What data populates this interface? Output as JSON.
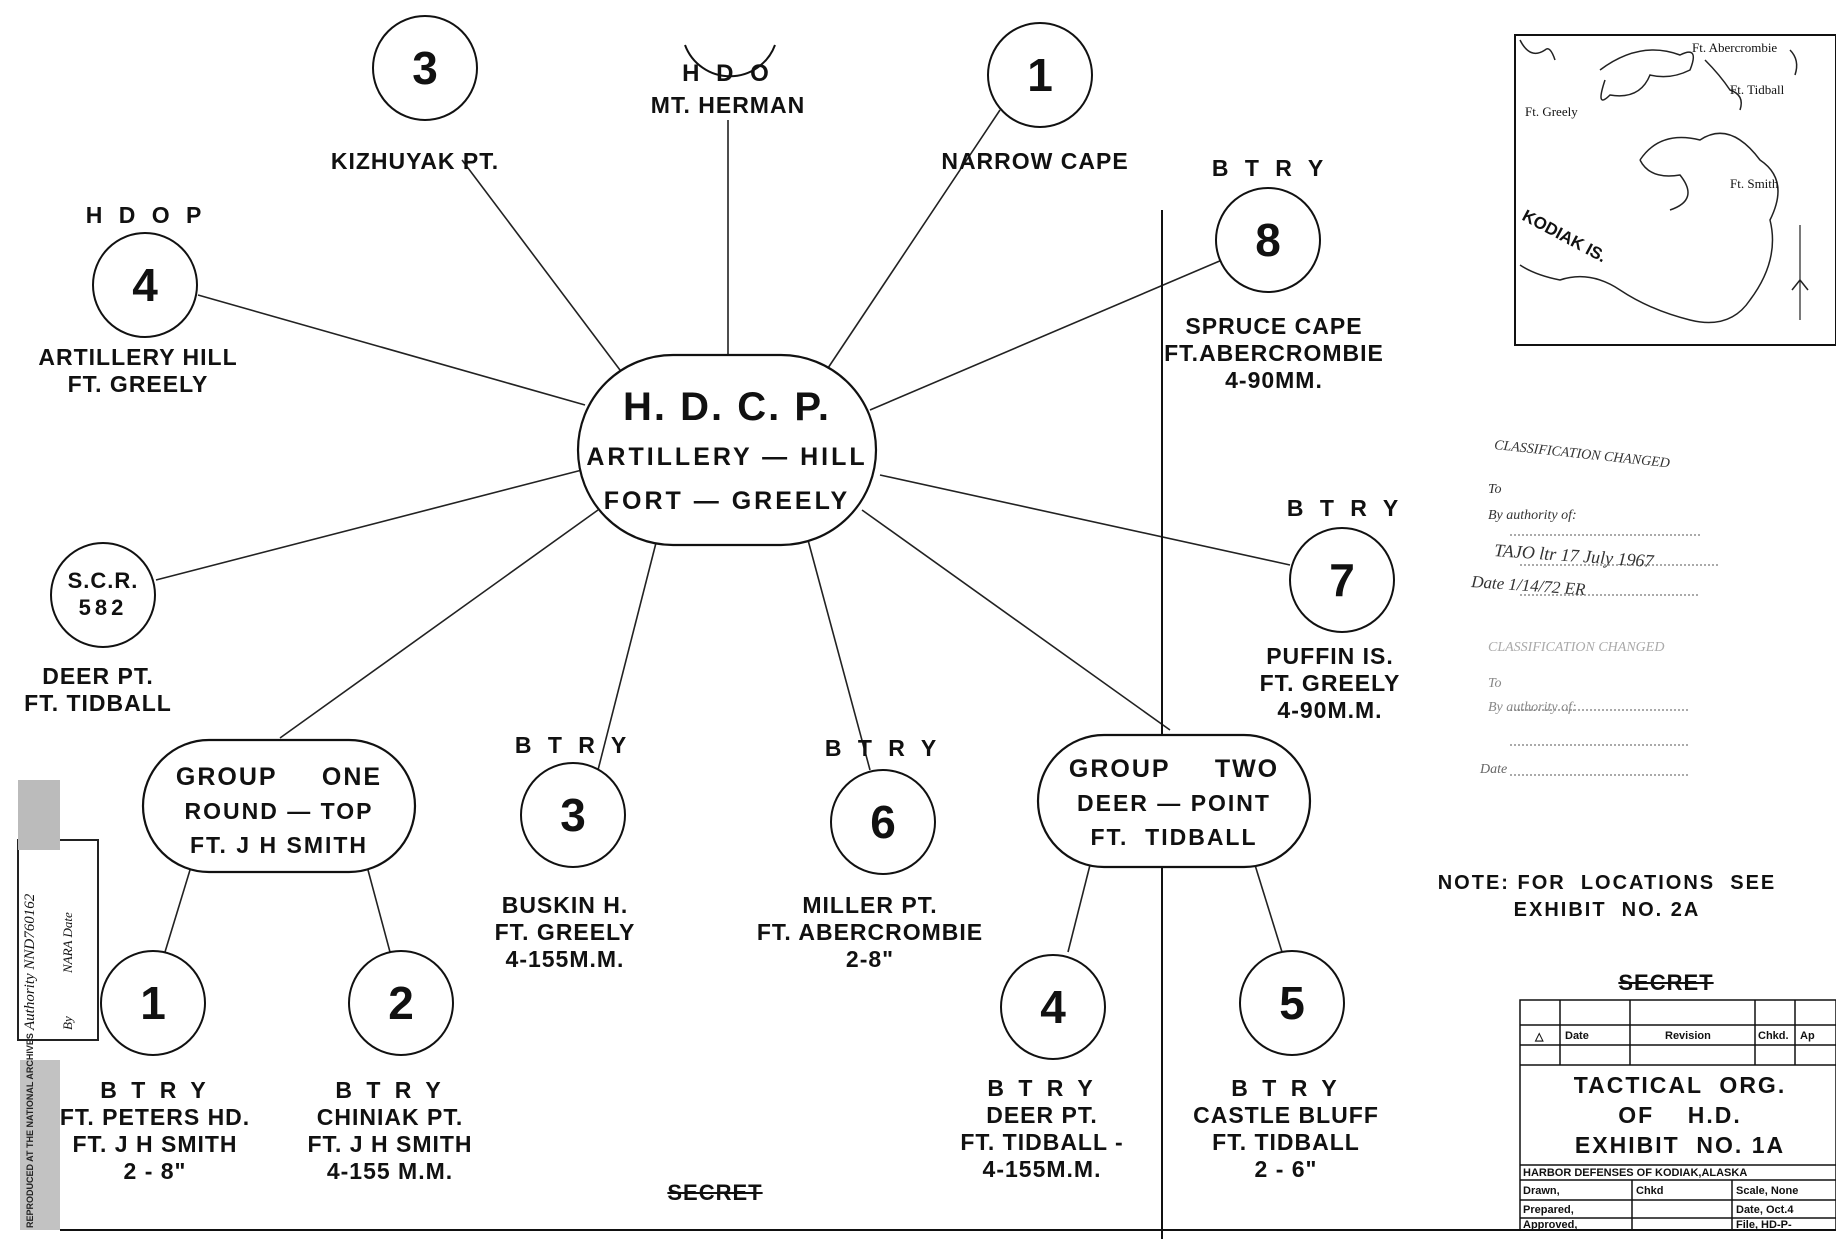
{
  "hub": {
    "title": "H. D. C. P.",
    "line1": "ARTILLERY — HILL",
    "line2": "FORT — GREELY"
  },
  "nodes": {
    "hdop_mt_herman": {
      "num": "",
      "top": "H D O",
      "lines": [
        "MT. HERMAN"
      ]
    },
    "kizhuyak": {
      "num": "3",
      "lines": [
        "KIZHUYAK PT."
      ]
    },
    "narrow_cape": {
      "num": "1",
      "lines": [
        "NARROW CAPE"
      ]
    },
    "hdop4": {
      "num": "4",
      "top": "H D O P",
      "lines": [
        "ARTILLERY HILL",
        "FT. GREELY"
      ]
    },
    "btry8": {
      "num": "8",
      "top": "B T R Y",
      "lines": [
        "SPRUCE CAPE",
        "FT.ABERCROMBIE",
        "4-90MM."
      ]
    },
    "scr582": {
      "num1": "S.C.R.",
      "num2": "582",
      "lines": [
        "DEER PT.",
        "FT. TIDBALL"
      ]
    },
    "btry7": {
      "num": "7",
      "top": "B T R Y",
      "lines": [
        "PUFFIN IS.",
        "FT. GREELY",
        "4-90M.M."
      ]
    },
    "btry3": {
      "num": "3",
      "top": "B T R Y",
      "lines": [
        "BUSKIN H.",
        "FT. GREELY",
        "4-155M.M."
      ]
    },
    "btry6": {
      "num": "6",
      "top": "B T R Y",
      "lines": [
        "MILLER PT.",
        "FT. ABERCROMBIE",
        "2-8\""
      ]
    },
    "btry1": {
      "num": "1",
      "lines": [
        "B T R Y",
        "FT. PETERS HD.",
        "FT. J H SMITH",
        "2 - 8\""
      ]
    },
    "btry2": {
      "num": "2",
      "lines": [
        "B T R Y",
        "CHINIAK PT.",
        "FT. J H SMITH",
        "4-155 M.M."
      ]
    },
    "btry4": {
      "num": "4",
      "lines": [
        "B T R Y",
        "DEER PT.",
        "FT. TIDBALL -",
        "4-155M.M."
      ]
    },
    "btry5": {
      "num": "5",
      "lines": [
        "B T R Y",
        "CASTLE BLUFF",
        "FT. TIDBALL",
        "2 - 6\""
      ]
    }
  },
  "groups": {
    "one": {
      "line1": "GROUP     ONE",
      "line2": "ROUND — TOP",
      "line3": "FT. J H SMITH"
    },
    "two": {
      "line1": "GROUP     TWO",
      "line2": "DEER — POINT",
      "line3": "FT.  TIDBALL"
    }
  },
  "inset_map": {
    "labels": [
      "Ft. Abercrombie",
      "Ft. Tidball",
      "Ft. Greely",
      "Ft. Smith",
      "KODIAK  IS."
    ]
  },
  "stamp": {
    "line1": "CLASSIFICATION CHANGED",
    "line2": "To",
    "line3": "By authority of:",
    "line4": "TAJO ltr 17 July 1967",
    "line5": "Date  1/14/72  ER",
    "line6": "CLASSIFICATION CHANGED",
    "line7": "To",
    "line8": "By authority of:",
    "line9": "Date"
  },
  "note": {
    "line1": "NOTE: FOR  LOCATIONS  SEE",
    "line2": "EXHIBIT  NO. 2A"
  },
  "title_block": {
    "secret": "SECRET",
    "rev_headers": [
      "Date",
      "Revision",
      "Chkd.",
      "Ap"
    ],
    "title1": "TACTICAL  ORG.",
    "title2": "OF    H.D.",
    "title3": "EXHIBIT  NO. 1A",
    "org": "HARBOR DEFENSES OF KODIAK,ALASKA",
    "drawn": "Drawn,",
    "chkd": "Chkd",
    "scale": "Scale, None",
    "prepared": "Prepared,",
    "date": "Date, Oct.4",
    "approved": "Approved,",
    "file": "File, HD-P-"
  },
  "footer_secret": "SECRET",
  "margin_stamp": {
    "authority": "Authority NND760162",
    "by": "By",
    "nara": "NARA Date",
    "repro": "REPRODUCED AT THE NATIONAL ARCHIVES"
  }
}
